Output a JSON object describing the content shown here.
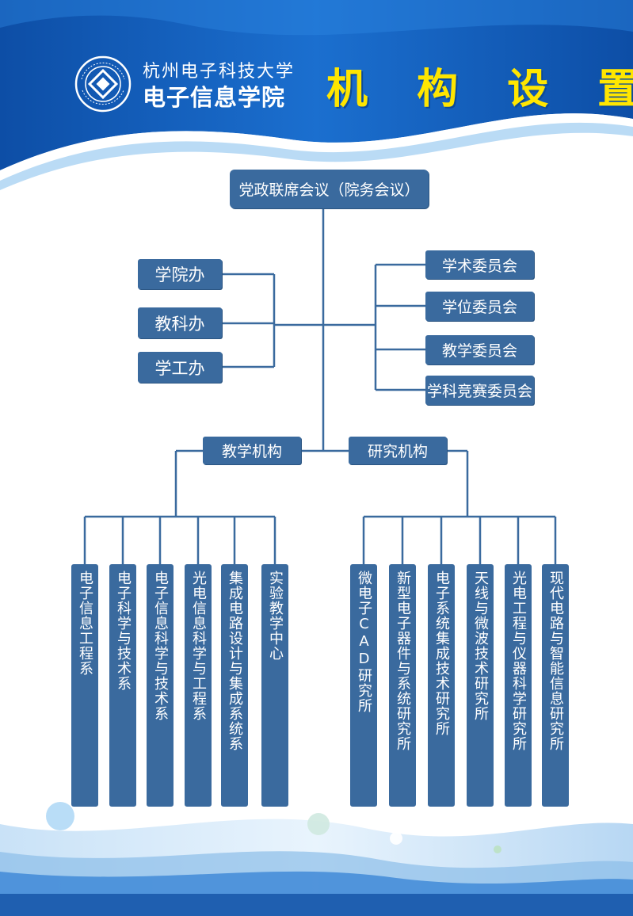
{
  "header": {
    "logo_text": "杭州电子科技大学",
    "university": "杭州电子科技大学",
    "college": "电子信息学院",
    "title": "机 构 设 置"
  },
  "chart": {
    "root": "党政联席会议（院务会议）",
    "left_offices": [
      "学院办",
      "教科办",
      "学工办"
    ],
    "right_committees": [
      "学术委员会",
      "学位委员会",
      "教学委员会",
      "学科竞赛委员会"
    ],
    "teaching": {
      "label": "教学机构",
      "units": [
        "电子信息工程系",
        "电子科学与技术系",
        "电子信息科学与技术系",
        "光电信息科学与工程系",
        "集成电路设计与集成系统系",
        "实验教学中心"
      ]
    },
    "research": {
      "label": "研究机构",
      "units": [
        "微电子CAD研究所",
        "新型电子器件与系统研究所",
        "电子系统集成技术研究所",
        "天线与微波技术研究所",
        "光电工程与仪器科学研究所",
        "现代电路与智能信息研究所"
      ]
    }
  },
  "colors": {
    "box": "#3a6a9e",
    "line": "#3a6a9e",
    "title": "#ffe600",
    "header_blue": "#1466c4"
  }
}
